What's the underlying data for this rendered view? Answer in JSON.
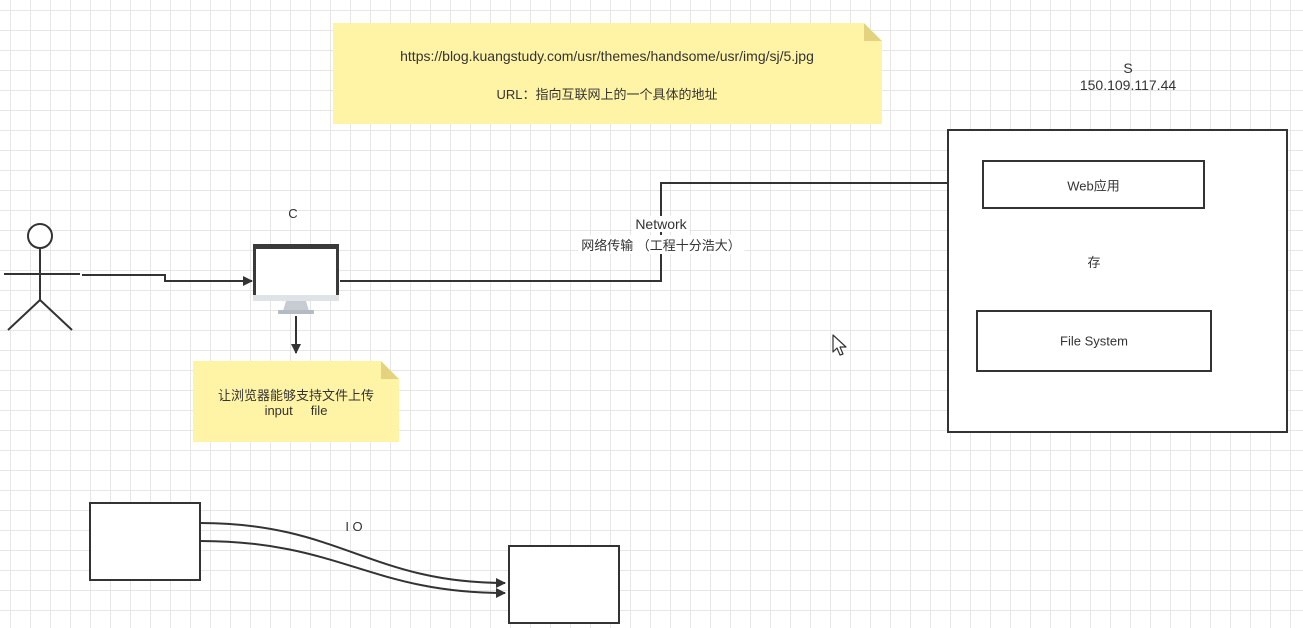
{
  "url_note": {
    "line1": "https://blog.kuangstudy.com/usr/themes/handsome/usr/img/sj/5.jpg",
    "line2": "URL：指向互联网上的一个具体的地址"
  },
  "server": {
    "name": "S",
    "ip": "150.109.117.44",
    "web_app_label": "Web应用",
    "store_label": "存",
    "file_system_label": "File System"
  },
  "client": {
    "label": "C"
  },
  "network": {
    "line1": "Network",
    "line2": "网络传输 （工程十分浩大）"
  },
  "upload_note": {
    "line1": "让浏览器能够支持文件上传",
    "line2": "input     file"
  },
  "io": {
    "label": "I O"
  },
  "icons": {
    "actor": "stick-figure-user-icon",
    "monitor": "computer-monitor-icon",
    "cursor": "mouse-pointer-icon"
  }
}
